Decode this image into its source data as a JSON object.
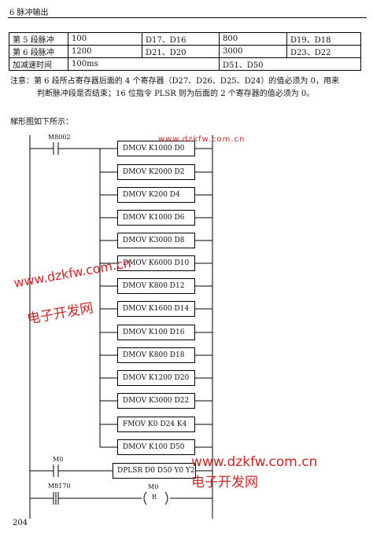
{
  "header": {
    "title": "6  脉冲输出"
  },
  "table": {
    "rows": [
      [
        "第 5 段脉冲",
        "100",
        "D17、D16",
        "800",
        "D19、D18"
      ],
      [
        "第 6 段脉冲",
        "1200",
        "D21、D20",
        "3000",
        "D23、D22"
      ],
      [
        "加减速时间",
        "100ms",
        "D51、D50"
      ]
    ]
  },
  "note": {
    "line1": "注意：第 6 段所占寄存器后面的 4 个寄存器（D27、D26、D25、D24）的值必须为 0，用来",
    "line2": "判断脉冲段是否结束；16 位指令 PLSR 则为后面的 2 个寄存器的值必须为 0。"
  },
  "intro": "梯形图如下所示：",
  "ladder": {
    "contact1": "M8002",
    "instructions": [
      "DMOV   K1000   D0",
      "DMOV   K2000   D2",
      "DMOV   K200    D4",
      "DMOV   K1000   D6",
      "DMOV   K3000   D8",
      "DMOV   K6000   D10",
      "DMOV   K800    D12",
      "DMOV   K1600   D14",
      "DMOV   K100    D16",
      "DMOV   K800    D18",
      "DMOV   K1200   D20",
      "DMOV   K3000   D22",
      "FMOV   K0   D24   K4",
      "DMOV   K100    D50"
    ],
    "contact2": "M0",
    "instruction2": "DPLSR  D0  D50  Y0  Y2",
    "contact3": "M8170",
    "coil_label": "M0",
    "coil_symbol": "R"
  },
  "watermark": {
    "top": "www.dzkfw.com.cn",
    "left_url": "www.dzkfw.com.cn",
    "left_name": "电子开发网",
    "right_url": "www.dzkfw.com.cn",
    "right_name": "电子开发网"
  },
  "page_number": "204"
}
